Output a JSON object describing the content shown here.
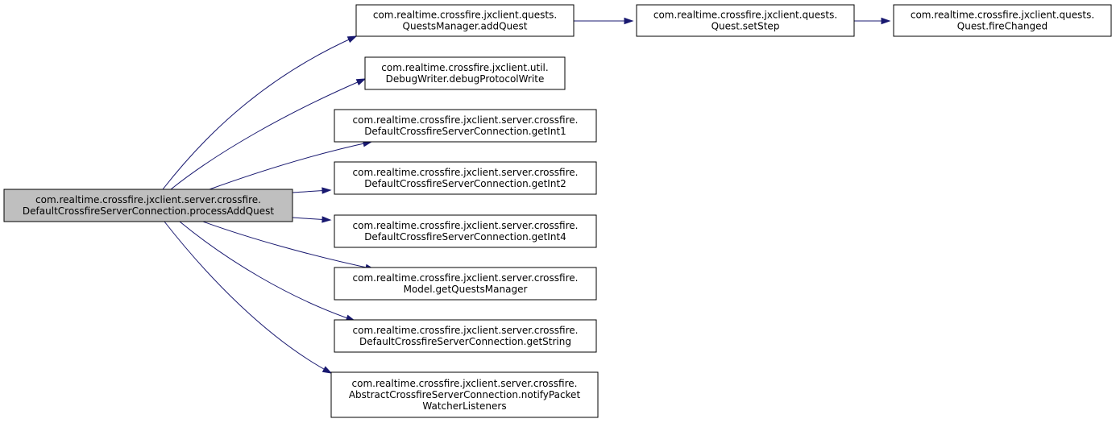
{
  "graph": {
    "colors": {
      "root_fill": "#bfbfbf",
      "node_fill": "#ffffff",
      "edge": "#191970",
      "border": "#000000"
    },
    "nodes": [
      {
        "id": "processAddQuest",
        "lines": [
          "com.realtime.crossfire.jxclient.server.crossfire.",
          "DefaultCrossfireServerConnection.processAddQuest"
        ],
        "root": true
      },
      {
        "id": "addQuest",
        "lines": [
          "com.realtime.crossfire.jxclient.quests.",
          "QuestsManager.addQuest"
        ]
      },
      {
        "id": "setStep",
        "lines": [
          "com.realtime.crossfire.jxclient.quests.",
          "Quest.setStep"
        ]
      },
      {
        "id": "fireChanged",
        "lines": [
          "com.realtime.crossfire.jxclient.quests.",
          "Quest.fireChanged"
        ]
      },
      {
        "id": "debugProtocolWrite",
        "lines": [
          "com.realtime.crossfire.jxclient.util.",
          "DebugWriter.debugProtocolWrite"
        ]
      },
      {
        "id": "getInt1",
        "lines": [
          "com.realtime.crossfire.jxclient.server.crossfire.",
          "DefaultCrossfireServerConnection.getInt1"
        ]
      },
      {
        "id": "getInt2",
        "lines": [
          "com.realtime.crossfire.jxclient.server.crossfire.",
          "DefaultCrossfireServerConnection.getInt2"
        ]
      },
      {
        "id": "getInt4",
        "lines": [
          "com.realtime.crossfire.jxclient.server.crossfire.",
          "DefaultCrossfireServerConnection.getInt4"
        ]
      },
      {
        "id": "getQuestsManager",
        "lines": [
          "com.realtime.crossfire.jxclient.server.crossfire.",
          "Model.getQuestsManager"
        ]
      },
      {
        "id": "getString",
        "lines": [
          "com.realtime.crossfire.jxclient.server.crossfire.",
          "DefaultCrossfireServerConnection.getString"
        ]
      },
      {
        "id": "notifyPacketWatcherListeners",
        "lines": [
          "com.realtime.crossfire.jxclient.server.crossfire.",
          "AbstractCrossfireServerConnection.notifyPacket",
          "WatcherListeners"
        ]
      }
    ],
    "edges": [
      {
        "from": "processAddQuest",
        "to": "addQuest"
      },
      {
        "from": "processAddQuest",
        "to": "debugProtocolWrite"
      },
      {
        "from": "processAddQuest",
        "to": "getInt1"
      },
      {
        "from": "processAddQuest",
        "to": "getInt2"
      },
      {
        "from": "processAddQuest",
        "to": "getInt4"
      },
      {
        "from": "processAddQuest",
        "to": "getQuestsManager"
      },
      {
        "from": "processAddQuest",
        "to": "getString"
      },
      {
        "from": "processAddQuest",
        "to": "notifyPacketWatcherListeners"
      },
      {
        "from": "addQuest",
        "to": "setStep"
      },
      {
        "from": "setStep",
        "to": "fireChanged"
      }
    ]
  }
}
